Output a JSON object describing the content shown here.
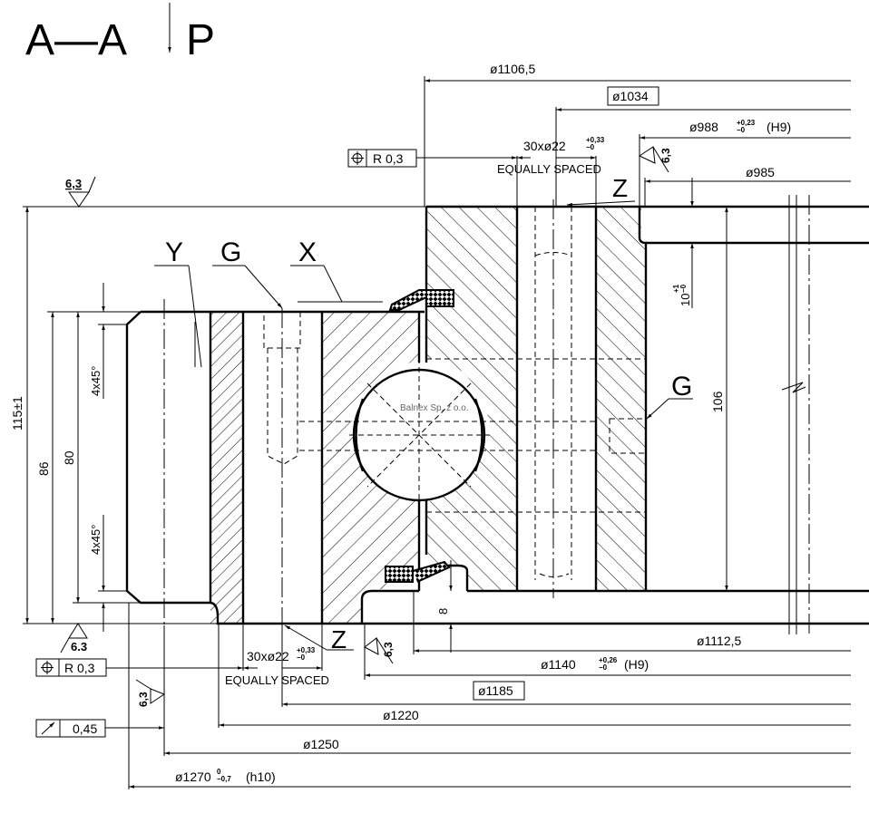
{
  "view": {
    "section_label": "A—A",
    "direction_label": "P",
    "watermark": "Balnex Sp. z o.o."
  },
  "detail_labels": {
    "y": "Y",
    "g_top": "G",
    "x": "X",
    "g_right": "G",
    "z_top": "Z",
    "z_bottom": "Z"
  },
  "top_dimensions": {
    "d1106": "ø1106,5",
    "d1034": "ø1034",
    "d988": "ø988",
    "d988_tol_upper": "+0,23",
    "d988_tol_lower": "−0",
    "d988_fit": "(H9)",
    "holes_top": "30xø22",
    "holes_top_tol_upper": "+0,33",
    "holes_top_tol_lower": "−0",
    "equally_spaced_top": "EQUALLY  SPACED",
    "d985": "ø985"
  },
  "bottom_dimensions": {
    "d1112": "ø1112,5",
    "d1140": "ø1140",
    "d1140_tol_upper": "+0,26",
    "d1140_tol_lower": "−0",
    "d1140_fit": "(H9)",
    "d1185": "ø1185",
    "holes_bottom": "30xø22",
    "holes_bottom_tol_upper": "+0,33",
    "holes_bottom_tol_lower": "−0",
    "equally_spaced_bottom": "EQUALLY  SPACED",
    "d1220": "ø1220",
    "d1250": "ø1250",
    "d1270": "ø1270",
    "d1270_tol_upper": "0",
    "d1270_tol_lower": "−0,7",
    "d1270_fit": "(h10)"
  },
  "vertical_dimensions": {
    "h115": "115±1",
    "h86": "86",
    "h80": "80",
    "chamfer_top": "4x45°",
    "chamfer_bottom": "4x45°",
    "h106": "106",
    "h10": "10",
    "h10_tol_upper": "+1",
    "h10_tol_lower": "−0",
    "h8": "8"
  },
  "tolerance_frames": {
    "position_top_value": "R  0,3",
    "position_bottom_value": "R  0,3",
    "runout_value": "0,45"
  },
  "surface_finish": {
    "top_left": "6,3",
    "bottom_left": "6.3",
    "top_right": "6,3",
    "bottom_mid": "6,3",
    "left_vertical": "6,3"
  }
}
